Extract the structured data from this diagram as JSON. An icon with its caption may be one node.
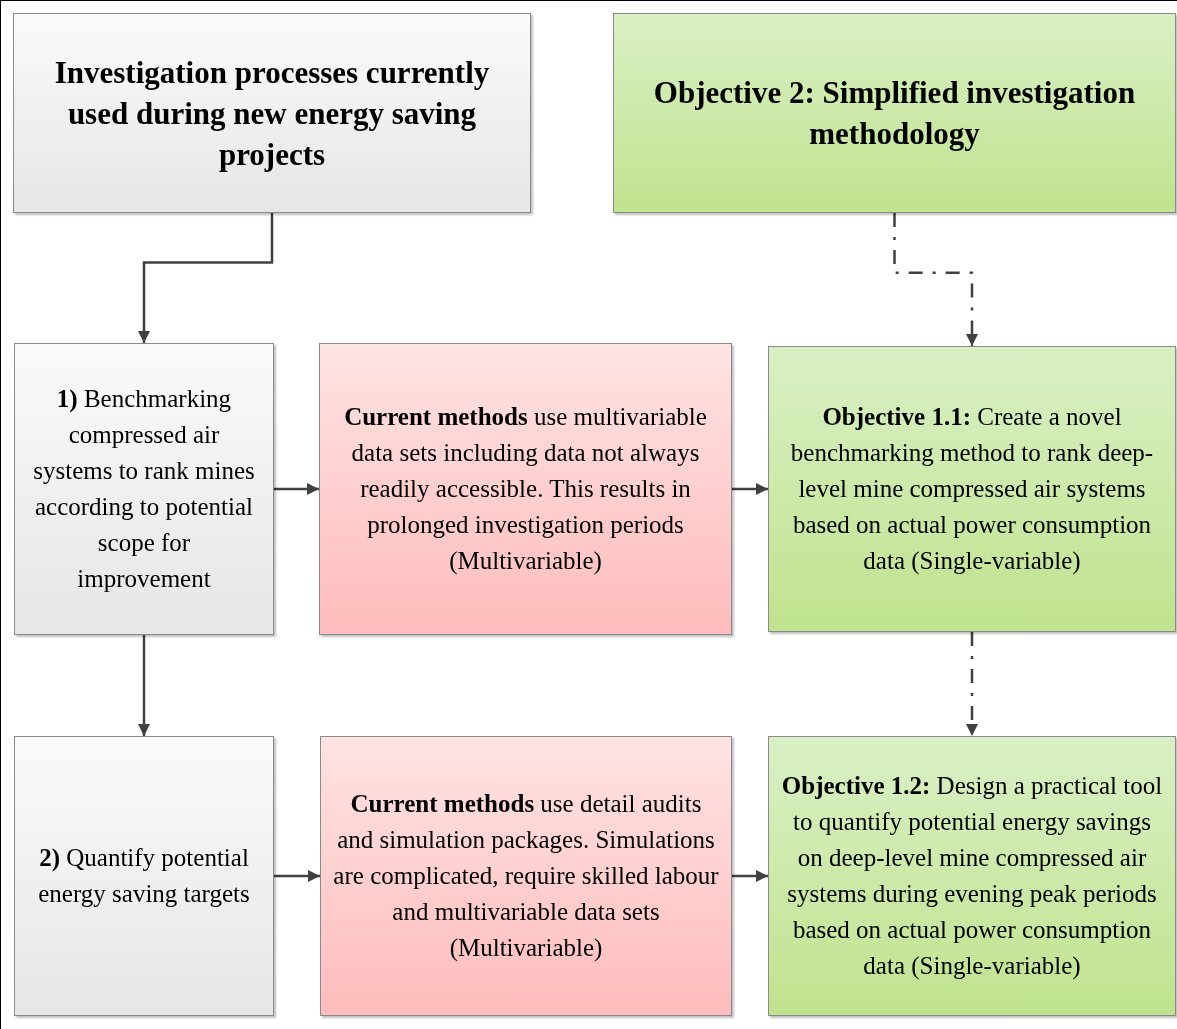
{
  "diagram": {
    "nodes": [
      {
        "text": [
          "Investigation processes currently used during new energy saving projects"
        ]
      },
      {
        "text": [
          "Objective 2: Simplified investigation methodology"
        ]
      },
      {
        "text": [
          "**1)** Benchmarking compressed air systems to rank mines according to potential scope for improvement"
        ]
      },
      {
        "text": [
          "**Current methods** use multivariable data sets including data not always readily accessible. This results in prolonged investigation periods (Multivariable)"
        ]
      },
      {
        "text": [
          "**Objective 1.1:**  Create a novel benchmarking method to rank deep-level mine compressed air systems based on actual power consumption data (Single-variable)"
        ]
      },
      {
        "text": [
          "**2)** Quantify potential energy saving targets"
        ]
      },
      {
        "text": [
          "**Current methods** use detail audits and simulation packages. Simulations are complicated, require skilled labour and multivariable data sets (Multivariable)"
        ]
      },
      {
        "text": [
          "**Objective 1.2:**  Design a practical tool to quantify potential energy savings on deep-level mine compressed air systems during evening peak periods based on actual power consumption data (Single-variable)"
        ]
      }
    ],
    "edges": [
      {
        "from": 0,
        "to": 2,
        "arrow": "to"
      },
      {
        "from": 1,
        "to": 4,
        "arrow": "to",
        "style": "dashed"
      },
      {
        "from": 2,
        "to": 3,
        "arrow": "to"
      },
      {
        "from": 3,
        "to": 4,
        "arrow": "to"
      },
      {
        "from": 2,
        "to": 5,
        "arrow": "to"
      },
      {
        "from": 4,
        "to": 7,
        "arrow": "to",
        "style": "dashed"
      },
      {
        "from": 5,
        "to": 6,
        "arrow": "to"
      },
      {
        "from": 6,
        "to": 7,
        "arrow": "to"
      }
    ]
  }
}
